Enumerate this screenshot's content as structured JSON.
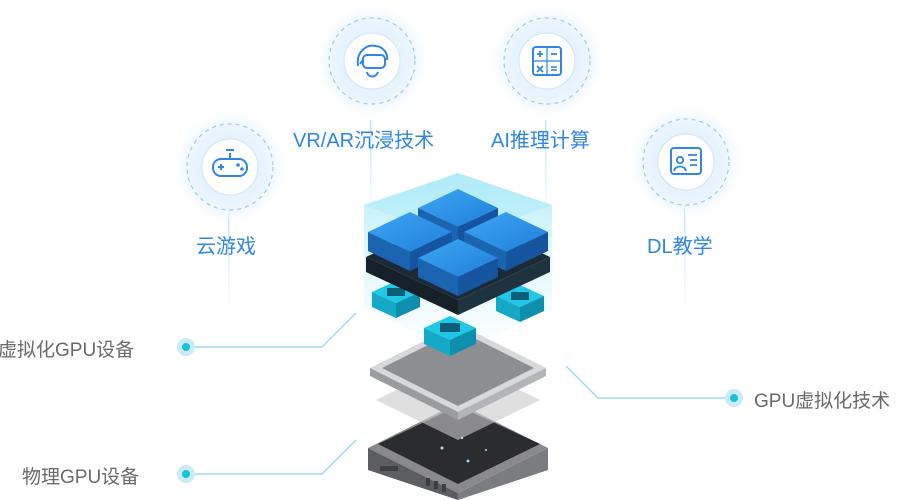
{
  "use_cases": [
    {
      "label": "云游戏",
      "icon": "gamepad-icon"
    },
    {
      "label": "VR/AR沉浸技术",
      "icon": "vr-headset-icon"
    },
    {
      "label": "AI推理计算",
      "icon": "calculator-icon"
    },
    {
      "label": "DL教学",
      "icon": "teaching-board-icon"
    }
  ],
  "layers": {
    "virtual_device": "虚拟化GPU设备",
    "physical_device": "物理GPU设备",
    "virtualization_tech": "GPU虚拟化技术"
  },
  "colors": {
    "accent_blue": "#2f86e6",
    "halo": "#e8f3fd",
    "connector": "#9fd9ee",
    "cyan": "#16c1e0",
    "label_gray": "#6a6a6a"
  }
}
